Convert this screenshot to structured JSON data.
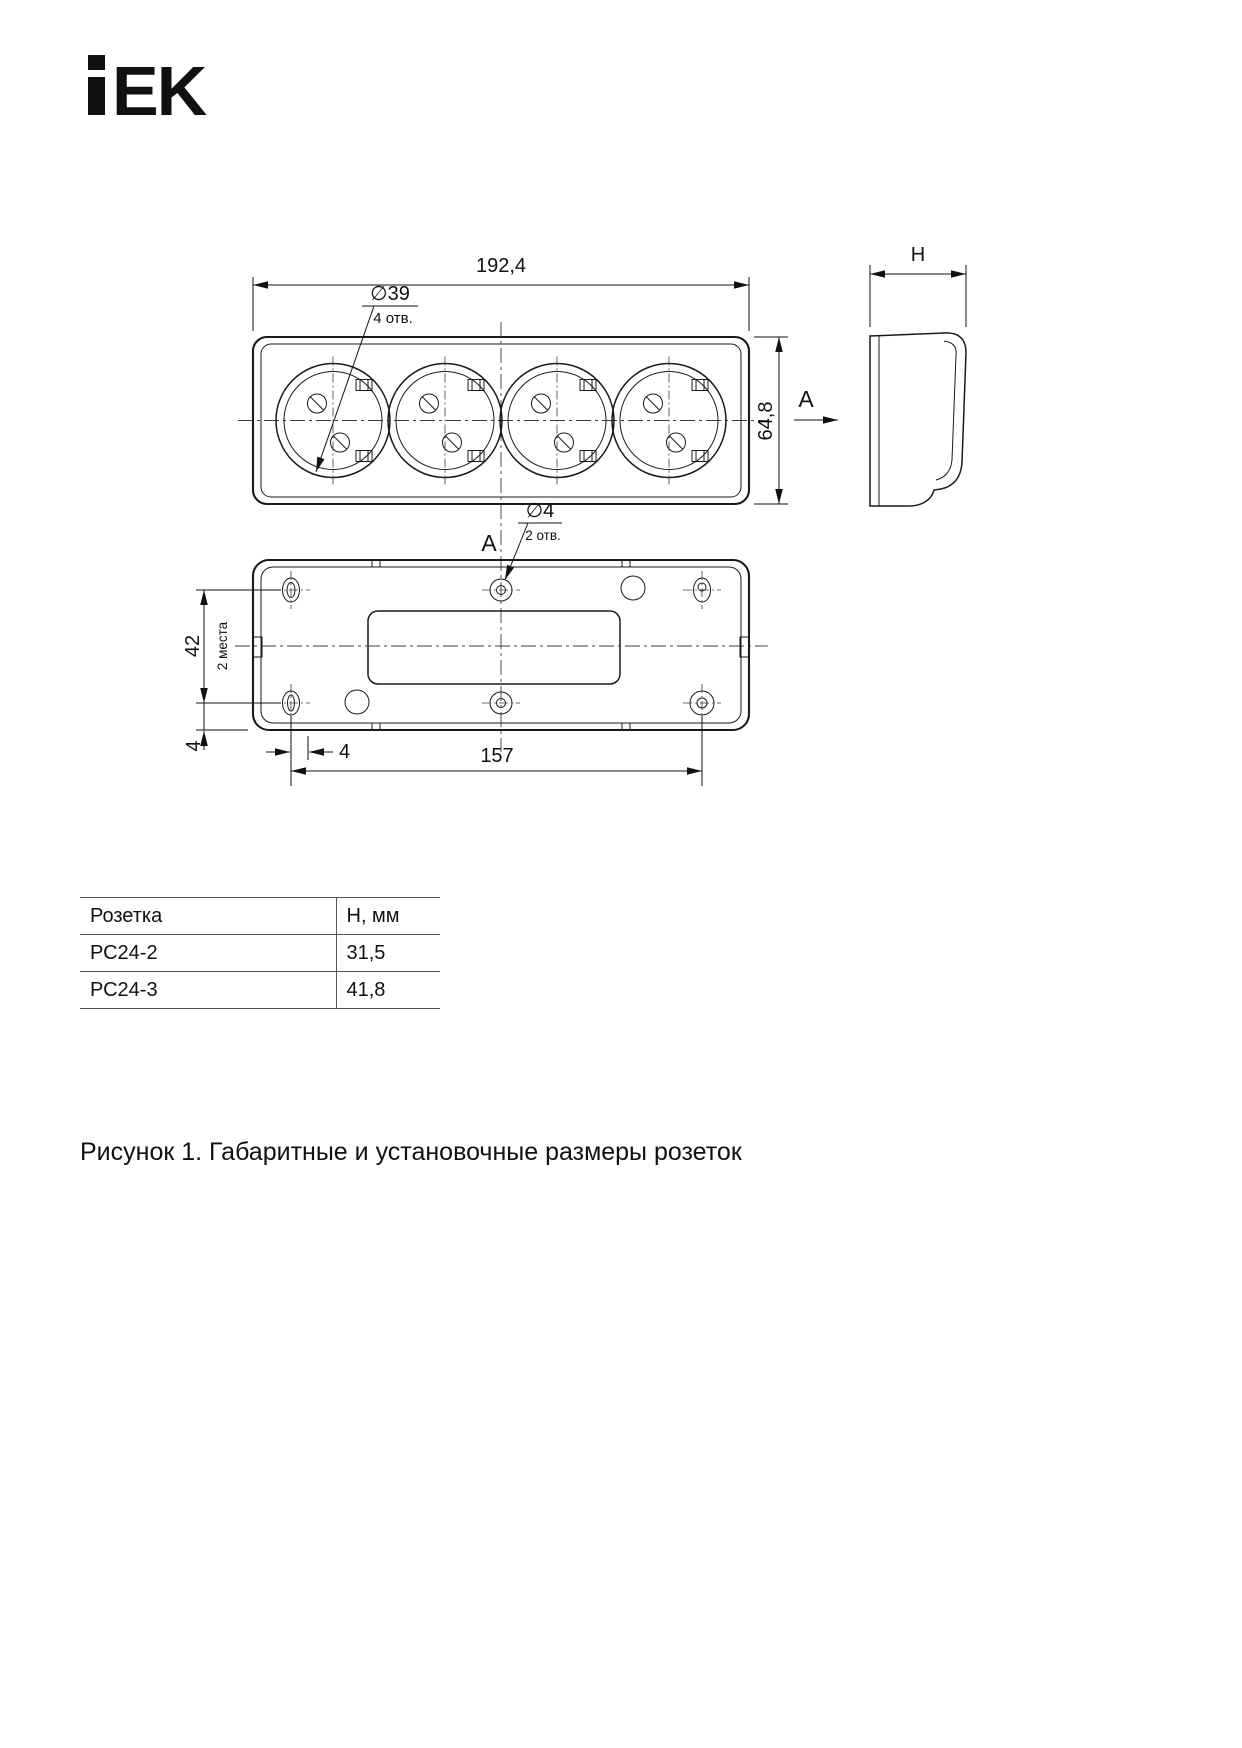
{
  "logo": {
    "brand": "IEK",
    "letters": "EK"
  },
  "figure": {
    "front_view": {
      "dim_width": "192,4",
      "dim_height": "64,8",
      "hole_label": "∅39",
      "hole_count": "4 отв.",
      "section_label": "A"
    },
    "side_view": {
      "dim_depth": "H"
    },
    "bottom_view": {
      "hole_label": "∅4",
      "hole_count": "2 отв.",
      "section_label": "A",
      "dim_hole_spacing_v": "42",
      "dim_places_note": "2 места",
      "dim_edge_offset_v": "4",
      "dim_edge_offset_h": "4",
      "dim_hole_spacing_h": "157"
    }
  },
  "spec_table": {
    "col_socket_header": "Розетка",
    "col_h_header": "H, мм",
    "rows": [
      {
        "model": "РС24-2",
        "h": "31,5"
      },
      {
        "model": "РС24-3",
        "h": "41,8"
      }
    ]
  },
  "caption": "Рисунок 1. Габаритные и установочные размеры розеток"
}
